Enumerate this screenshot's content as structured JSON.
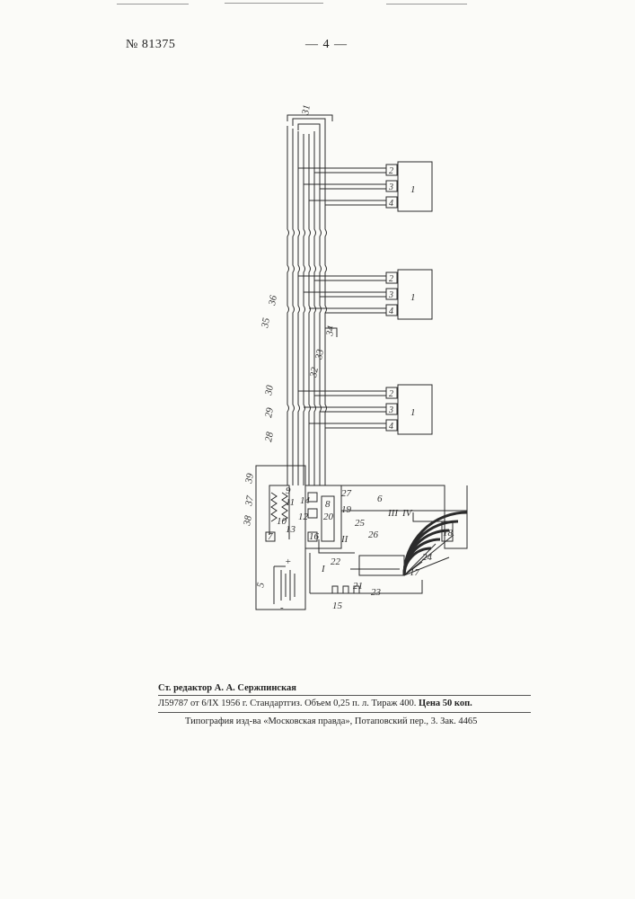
{
  "header": {
    "patent_number": "№ 81375",
    "page_number": "— 4 —"
  },
  "figure": {
    "labels": {
      "bus": "31",
      "unit": "1",
      "contact_2": "2",
      "contact_3": "3",
      "contact_4": "4",
      "n5": "5",
      "n6": "6",
      "n7": "7",
      "n8": "8",
      "n9": "9",
      "n10": "10",
      "n11": "11",
      "n12": "12",
      "n13": "13",
      "n14": "14",
      "n15": "15",
      "n16": "16",
      "n17": "17",
      "n18": "18",
      "n19": "19",
      "n20": "20",
      "n21": "21",
      "n22": "22",
      "n23": "23",
      "n24": "24",
      "n25": "25",
      "n26": "26",
      "n27": "27",
      "n28": "28",
      "n29": "29",
      "n30": "30",
      "n32": "32",
      "n33": "33",
      "n34": "34",
      "n35": "35",
      "n36": "36",
      "n37": "37",
      "n38": "38",
      "n39": "39",
      "roman_1": "I",
      "roman_2": "II",
      "roman_3": "III",
      "roman_4": "IV",
      "plus": "+",
      "minus": "-"
    }
  },
  "footer": {
    "editor": "Ст. редактор А. А. Сержпинская",
    "imprint_main": "Л59787 от 6/IX 1956 г. Стандартгиз. Объем 0,25 п. л. Тираж 400.",
    "imprint_price": "Цена 50 коп.",
    "printer": "Типография изд-ва «Московская правда», Потаповский пер., 3. Зак. 4465"
  }
}
